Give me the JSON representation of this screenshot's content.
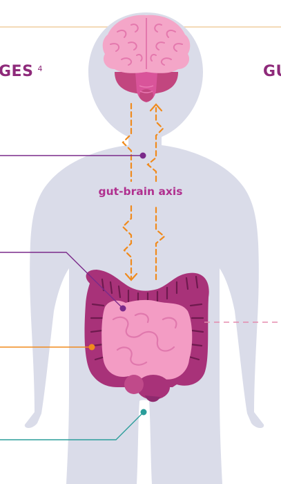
{
  "headings": {
    "left_text": "GES",
    "left_ref": "4",
    "right_text": "GU"
  },
  "diagram": {
    "axis_label": "gut-brain axis"
  },
  "colors": {
    "body_silhouette": "#dadce9",
    "brain_pink": "#f4a6c8",
    "brainstem_magenta": "#c2467f",
    "colon_dark": "#a83279",
    "intestine_pink": "#f39cc4",
    "arrow_orange": "#f08a1c",
    "line_purple": "#7a2a8a",
    "line_orange": "#f08a1c",
    "line_teal": "#2a9d9a",
    "line_pink_dashed": "#e58aae",
    "heading_purple": "#8e2a7a"
  }
}
